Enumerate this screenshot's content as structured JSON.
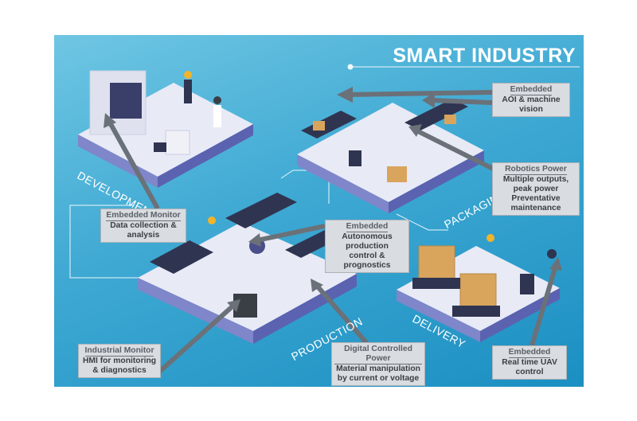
{
  "title": "SMART INDUSTRY",
  "zones": {
    "development": "DEVELOPMENT",
    "packaging": "PACKAGING",
    "production": "PRODUCTION",
    "delivery": "DELIVERY"
  },
  "callouts": {
    "embedded_aoi": {
      "heading": "Embedded",
      "lines": [
        "AOI & machine",
        "vision"
      ]
    },
    "robotics_power": {
      "heading": "Robotics Power",
      "lines": [
        "Multiple outputs,",
        "peak power",
        "Preventative maintenance"
      ]
    },
    "embedded_monitor": {
      "heading": "Embedded Monitor",
      "lines": [
        "Data collection &",
        "analysis"
      ]
    },
    "embedded_production": {
      "heading": "Embedded",
      "lines": [
        "Autonomous production",
        "control & prognostics"
      ]
    },
    "industrial_monitor": {
      "heading": "Industrial Monitor",
      "lines": [
        "HMI for monitoring",
        "& diagnostics"
      ]
    },
    "digital_power": {
      "heading": "Digital Controlled Power",
      "lines": [
        "Material manipulation",
        "by current or voltage"
      ]
    },
    "embedded_uav": {
      "heading": "Embedded",
      "lines": [
        "Real time UAV",
        "control"
      ]
    }
  },
  "colors": {
    "background": "#3fa9d3",
    "platform": "#e8eaf6",
    "callout": "#d9dce0",
    "arrow": "#6b7178"
  }
}
